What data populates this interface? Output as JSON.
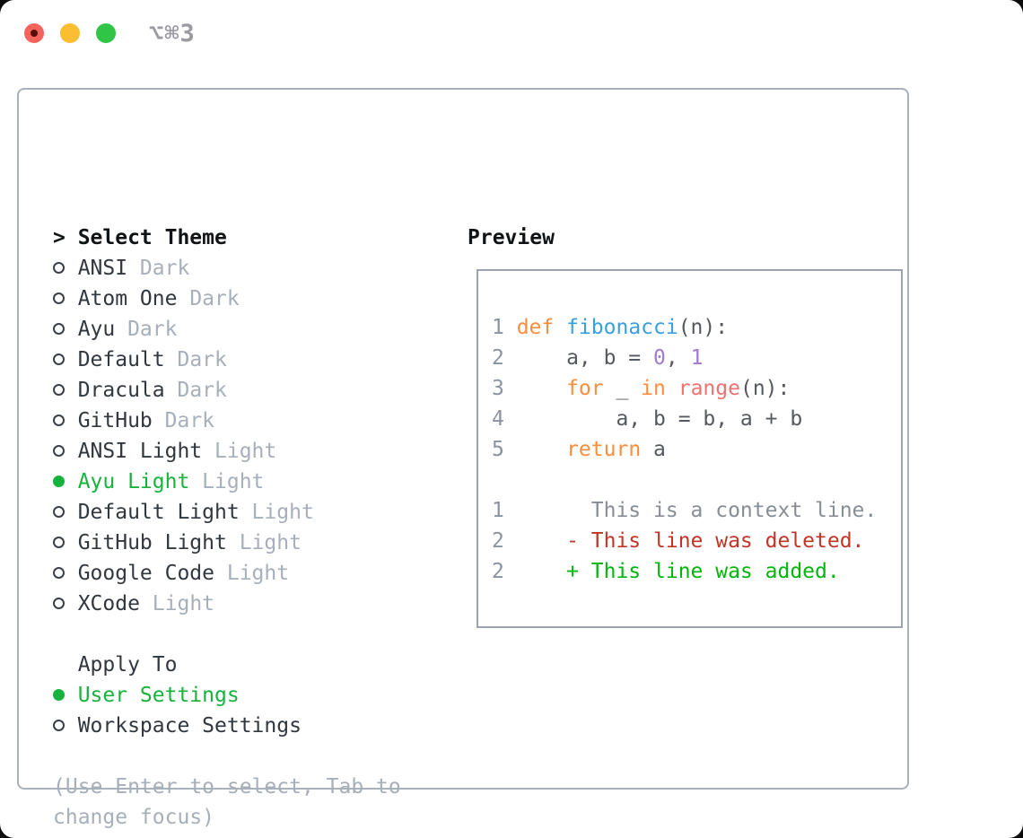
{
  "window": {
    "shortcut": "⌥⌘3"
  },
  "colors": {
    "accent_green": "#16b33c",
    "muted_gray": "#a6afba",
    "keyword_orange": "#fa8d3e",
    "function_blue": "#399ee6",
    "number_purple": "#a37acc",
    "builtin_coral": "#f07171",
    "deleted_red": "#c03526",
    "added_green": "#00b60c",
    "traffic_red": "#f4645c",
    "traffic_yellow": "#fbbd31",
    "traffic_green": "#30c546"
  },
  "theme_selector": {
    "title_marker": ">",
    "title": "Select Theme",
    "items": [
      {
        "name": "ANSI",
        "variant": "Dark",
        "selected": false
      },
      {
        "name": "Atom One",
        "variant": "Dark",
        "selected": false
      },
      {
        "name": "Ayu",
        "variant": "Dark",
        "selected": false
      },
      {
        "name": "Default",
        "variant": "Dark",
        "selected": false
      },
      {
        "name": "Dracula",
        "variant": "Dark",
        "selected": false
      },
      {
        "name": "GitHub",
        "variant": "Dark",
        "selected": false
      },
      {
        "name": "ANSI Light",
        "variant": "Light",
        "selected": false
      },
      {
        "name": "Ayu Light",
        "variant": "Light",
        "selected": true
      },
      {
        "name": "Default Light",
        "variant": "Light",
        "selected": false
      },
      {
        "name": "GitHub Light",
        "variant": "Light",
        "selected": false
      },
      {
        "name": "Google Code",
        "variant": "Light",
        "selected": false
      },
      {
        "name": "XCode",
        "variant": "Light",
        "selected": false
      }
    ],
    "apply_to": {
      "title": "Apply To",
      "options": [
        {
          "label": "User Settings",
          "selected": true
        },
        {
          "label": "Workspace Settings",
          "selected": false
        }
      ]
    },
    "hint": "(Use Enter to select, Tab to change focus)"
  },
  "preview": {
    "title": "Preview",
    "code_lines": [
      {
        "num": "1",
        "segments": [
          {
            "text": "def ",
            "color": "keyword"
          },
          {
            "text": "fibonacci",
            "color": "function"
          },
          {
            "text": "(n):",
            "color": "plain"
          }
        ]
      },
      {
        "num": "2",
        "segments": [
          {
            "text": "    a, b = ",
            "color": "plain"
          },
          {
            "text": "0",
            "color": "number"
          },
          {
            "text": ", ",
            "color": "plain"
          },
          {
            "text": "1",
            "color": "number"
          }
        ]
      },
      {
        "num": "3",
        "segments": [
          {
            "text": "    ",
            "color": "plain"
          },
          {
            "text": "for",
            "color": "keyword"
          },
          {
            "text": " _ ",
            "color": "plain"
          },
          {
            "text": "in",
            "color": "keyword"
          },
          {
            "text": " ",
            "color": "plain"
          },
          {
            "text": "range",
            "color": "builtin"
          },
          {
            "text": "(n):",
            "color": "plain"
          }
        ]
      },
      {
        "num": "4",
        "segments": [
          {
            "text": "        a, b = b, a + b",
            "color": "plain"
          }
        ]
      },
      {
        "num": "5",
        "segments": [
          {
            "text": "    ",
            "color": "plain"
          },
          {
            "text": "return",
            "color": "keyword"
          },
          {
            "text": " a",
            "color": "plain"
          }
        ]
      }
    ],
    "diff_lines": [
      {
        "num": "1",
        "segments": [
          {
            "text": "      This is a context line.",
            "color": "context"
          }
        ]
      },
      {
        "num": "2",
        "segments": [
          {
            "text": "    - This line was deleted.",
            "color": "deleted"
          }
        ]
      },
      {
        "num": "2",
        "segments": [
          {
            "text": "    + This line was added.",
            "color": "added"
          }
        ]
      }
    ]
  }
}
